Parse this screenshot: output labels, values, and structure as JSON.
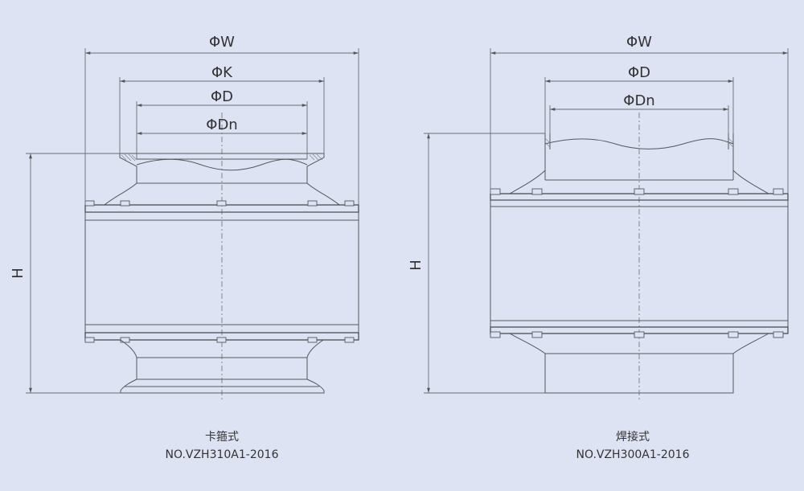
{
  "diagrams": [
    {
      "id": "clamp",
      "labels": {
        "w": "ΦW",
        "k": "ΦK",
        "d": "ΦD",
        "dn": "ΦDn",
        "h": "H"
      },
      "caption": "卡箍式",
      "model": "NO.VZH310A1-2016"
    },
    {
      "id": "weld",
      "labels": {
        "w": "ΦW",
        "d": "ΦD",
        "dn": "ΦDn",
        "h": "H"
      },
      "caption": "焊接式",
      "model": "NO.VZH300A1-2016"
    }
  ],
  "colors": {
    "background": "#dde3f3",
    "line": "#55585e"
  }
}
